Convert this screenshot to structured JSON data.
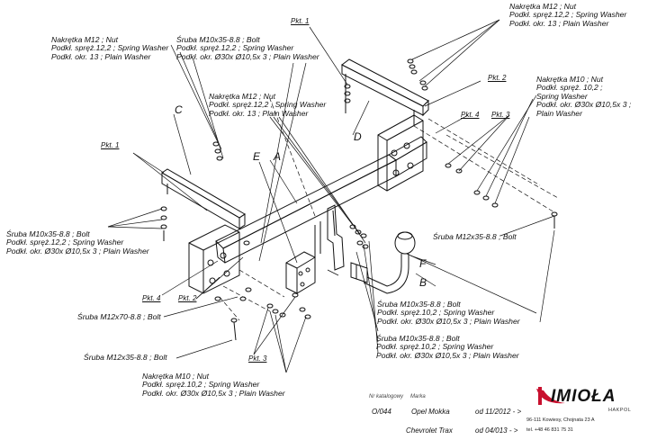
{
  "colors": {
    "ink": "#111111",
    "accent": "#c8102e",
    "paper": "#ffffff"
  },
  "labels": {
    "top_right_nut": [
      "Nakrętka  M12 ; Nut",
      "Podkł. spręż.12,2 ; Spring Washer",
      "Podkł. okr. 13 ; Plain Washer"
    ],
    "top_left_nut": [
      "Nakrętka  M12 ; Nut",
      "Podkł. spręż.12,2 ; Spring Washer",
      "Podkł. okr. 13 ; Plain Washer"
    ],
    "top_bolt": [
      "Śruba M10x35-8.8 ;  Bolt",
      "Podkł. spręż.12,2 ; Spring Washer",
      "Podkł. okr.  Ø30x Ø10,5x 3 ; Plain Washer"
    ],
    "mid_nut": [
      "Nakrętka  M12 ; Nut",
      "Podkł. spręż.12,2 ; Spring Washer",
      "Podkł. okr. 13 ; Plain Washer"
    ],
    "right_nut_m10": [
      "Nakrętka  M10 ; Nut",
      "Podkł. spręż. 10,2 ;",
      "Spring Washer",
      "Podkł. okr.   Ø30x Ø10,5x 3 ;",
      "Plain Washer"
    ],
    "left_bolt": [
      "Śruba M10x35-8.8 ;  Bolt",
      "Podkł. spręż.12,2 ; Spring Washer",
      "Podkł. okr.  Ø30x Ø10,5x 3 ; Plain Washer"
    ],
    "right_bolt_b": [
      "Śruba M10x35-8.8 ;  Bolt",
      "Podkł. spręż.10,2 ; Spring Washer",
      "Podkł. okr.  Ø30x Ø10,5x 3 ; Plain Washer"
    ],
    "bottom_bolt": [
      "Śruba M10x35-8.8 ;  Bolt",
      "Podkł. spręż.10,2 ; Spring Washer",
      "Podkł. okr.  Ø30x Ø10,5x 3 ; Plain Washer"
    ],
    "bottom_nut": [
      "Nakrętka  M10 ; Nut",
      "Podkł. spręż.10,2 ; Spring Washer",
      "Podkł. okr.  Ø30x Ø10,5x 3 ; Plain Washer"
    ]
  },
  "bolts": {
    "m12x35_right": "Śruba M12x35-8.8 ;  Bolt",
    "m12x70": "Śruba M12x70-8.8 ;  Bolt",
    "m12x35_left": "Śruba M12x35-8.8 ;  Bolt"
  },
  "pkt": {
    "p1_top": "Pkt. 1",
    "p2_top": "Pkt. 2",
    "p4_top": "Pkt. 4",
    "p3_top": "Pkt. 3",
    "p1_left": "Pkt. 1",
    "p4_left": "Pkt. 4",
    "p2_left": "Pkt. 2",
    "p3_bottom": "Pkt. 3"
  },
  "letters": {
    "a": "A",
    "b": "B",
    "c": "C",
    "d": "D",
    "e": "E",
    "f": "F"
  },
  "table": {
    "header_catalog": "Nr katalogowy",
    "header_brand": "Marka",
    "catalog_no": "O/044",
    "row1_brand": "Opel Mokka",
    "row1_date": "od 11/2012 - >",
    "row2_brand": "Chevrolet Trax",
    "row2_date": "od 04/013 - >"
  },
  "logo": {
    "name": "IMIOŁA",
    "sub": "HAKPOL",
    "address": "96-111 Kowiesy, Chojnata 23 A",
    "phone": "tel. +48 46 831 75 31"
  }
}
